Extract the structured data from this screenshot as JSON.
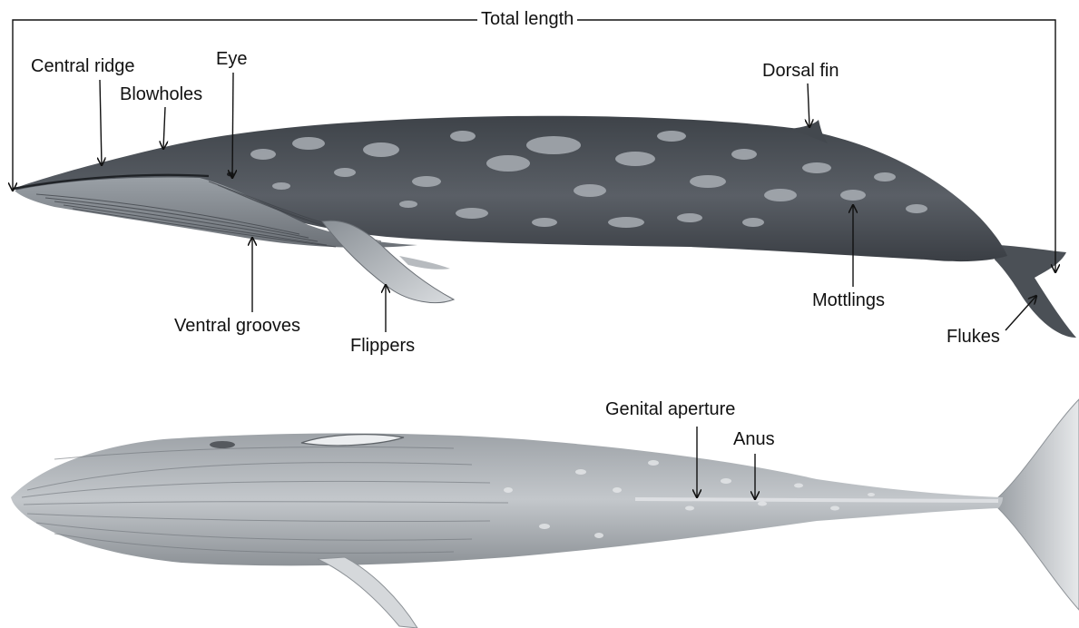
{
  "labels": {
    "total_length": "Total length",
    "central_ridge": "Central ridge",
    "blowholes": "Blowholes",
    "eye": "Eye",
    "dorsal_fin": "Dorsal fin",
    "ventral_grooves": "Ventral grooves",
    "flippers": "Flippers",
    "mottlings": "Mottlings",
    "flukes": "Flukes",
    "genital_aperture": "Genital aperture",
    "anus": "Anus"
  },
  "colors": {
    "ink": "#111111",
    "whale_dark": "#4a4f55",
    "whale_mid": "#6b7077",
    "whale_light": "#b9bec3",
    "mottle": "#a7adb3",
    "belly": "#c9cdd1"
  }
}
